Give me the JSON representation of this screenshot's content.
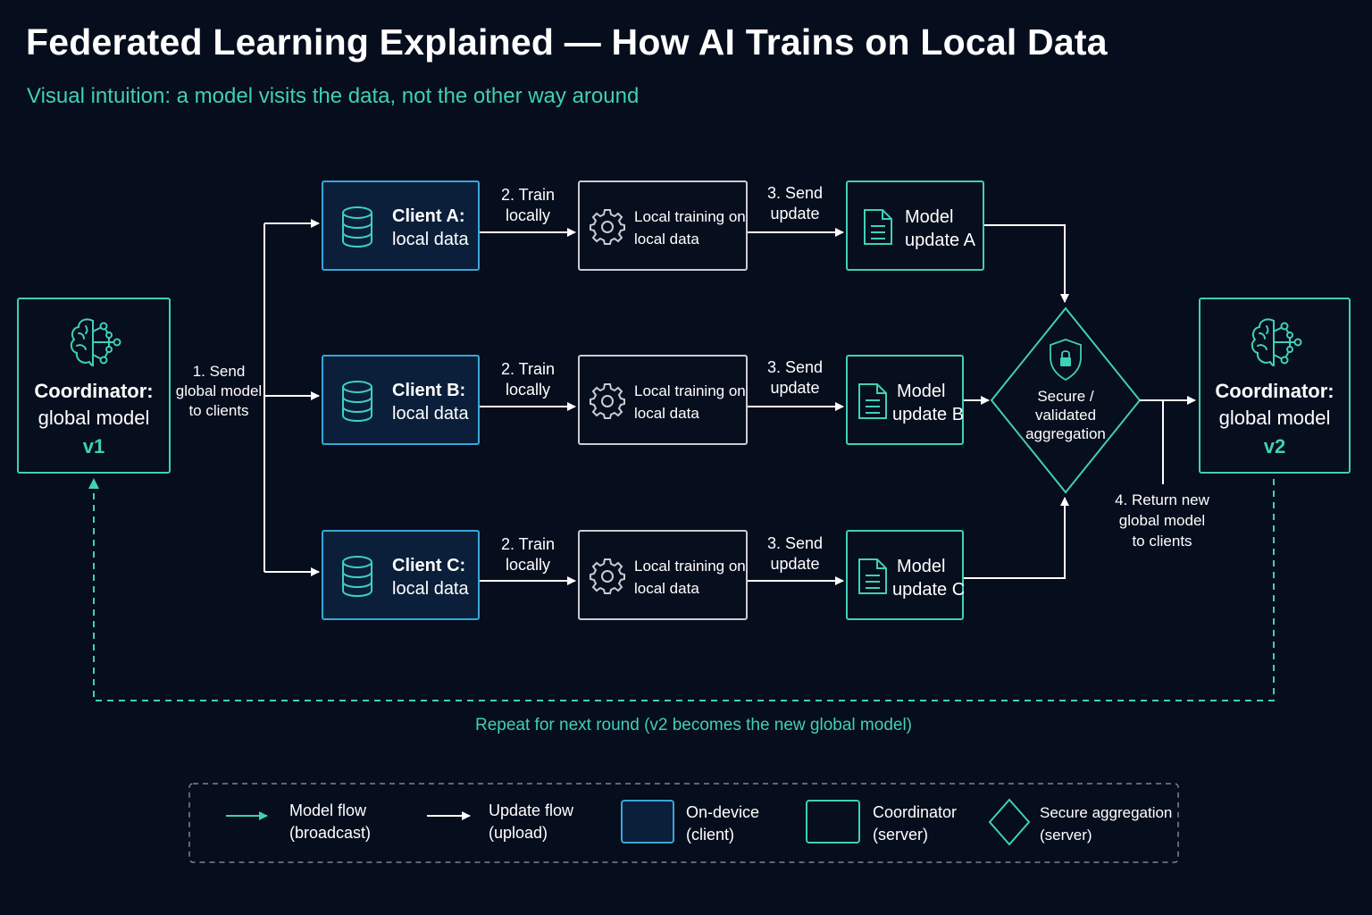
{
  "header": {
    "title": "Federated Learning Explained — How AI Trains on Local Data",
    "subtitle": "Visual intuition: a model visits the data, not the other way around"
  },
  "colors": {
    "background": "#060d1c",
    "accent_teal": "#3fd0b8",
    "client_blue": "#3aa6d8",
    "client_fill": "#0b1f3a",
    "neutral_gray": "#c9ccd2"
  },
  "coordinator_v1": {
    "icon": "brain-network-icon",
    "line1": "Coordinator:",
    "line2": "global model",
    "version": "v1"
  },
  "coordinator_v2": {
    "icon": "brain-network-icon",
    "line1": "Coordinator:",
    "line2": "global model",
    "version": "v2"
  },
  "send_label": {
    "line1": "1. Send",
    "line2": "global model",
    "line3": "to clients"
  },
  "rows": [
    {
      "client_line1": "Client A:",
      "client_line2": "local data",
      "train_label_line1": "2. Train",
      "train_label_line2": "locally",
      "training_line1": "Local training on",
      "training_line2": "local data",
      "send_update_line1": "3. Send",
      "send_update_line2": "update",
      "update_line1": "Model",
      "update_line2": "update A"
    },
    {
      "client_line1": "Client B:",
      "client_line2": "local data",
      "train_label_line1": "2. Train",
      "train_label_line2": "locally",
      "training_line1": "Local training on",
      "training_line2": "local data",
      "send_update_line1": "3. Send",
      "send_update_line2": "update",
      "update_line1": "Model",
      "update_line2": "update B"
    },
    {
      "client_line1": "Client C:",
      "client_line2": "local data",
      "train_label_line1": "2. Train",
      "train_label_line2": "locally",
      "training_line1": "Local training on",
      "training_line2": "local data",
      "send_update_line1": "3. Send",
      "send_update_line2": "update",
      "update_line1": "Model",
      "update_line2": "update C"
    }
  ],
  "aggregation": {
    "icon": "shield-lock-icon",
    "line1": "Secure /",
    "line2": "validated",
    "line3": "aggregation"
  },
  "return_label": {
    "line1": "4. Return new",
    "line2": "global model",
    "line3": "to clients"
  },
  "repeat_label": "Repeat for next round (v2 becomes the new global model)",
  "legend": {
    "model_flow": {
      "line1": "Model flow",
      "line2": "(broadcast)"
    },
    "update_flow": {
      "line1": "Update flow",
      "line2": "(upload)"
    },
    "on_device": {
      "line1": "On-device",
      "line2": "(client)"
    },
    "coordinator": {
      "line1": "Coordinator",
      "line2": "(server)"
    },
    "secure_aggregation": {
      "line1": "Secure aggregation",
      "line2": "(server)"
    }
  }
}
